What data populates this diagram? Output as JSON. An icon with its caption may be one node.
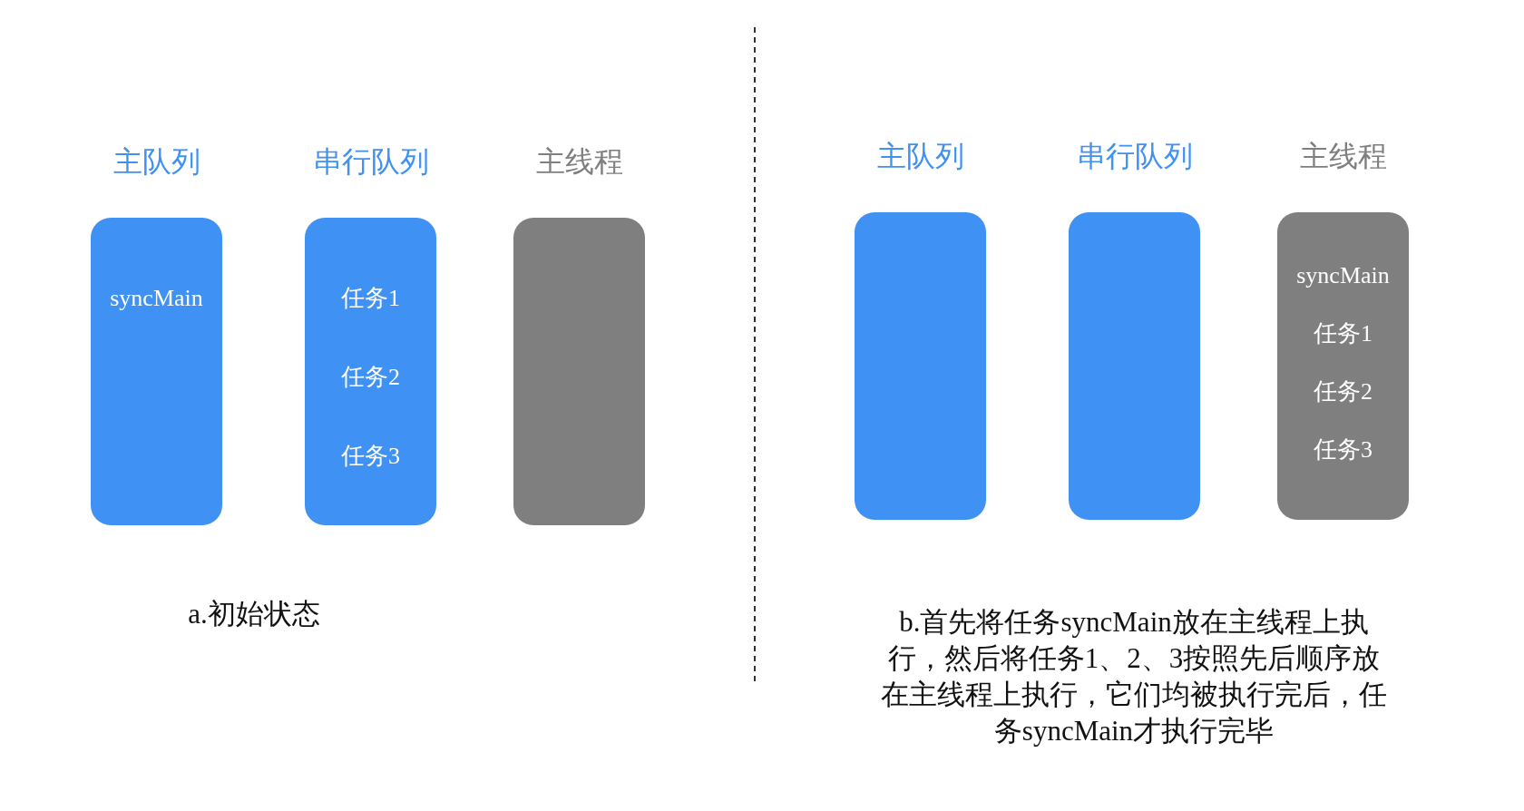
{
  "diagram": {
    "nodes": [
      {
        "text": [
          "主队列",
          "syncMain"
        ]
      },
      {
        "text": [
          "串行队列",
          "任务1",
          "任务2",
          "任务3"
        ]
      },
      {
        "text": [
          "主线程"
        ]
      },
      {
        "text": [
          "主队列"
        ]
      },
      {
        "text": [
          "串行队列"
        ]
      },
      {
        "text": [
          "主线程",
          "syncMain",
          "任务1",
          "任务2",
          "任务3"
        ]
      }
    ],
    "labels": [
      "a.初始状态",
      "b.首先将任务syncMain放在主线程上执行，然后将任务1、2、3按照先后顺序放在主线程上执行，它们均被执行完后，任务syncMain才执行完毕"
    ]
  }
}
